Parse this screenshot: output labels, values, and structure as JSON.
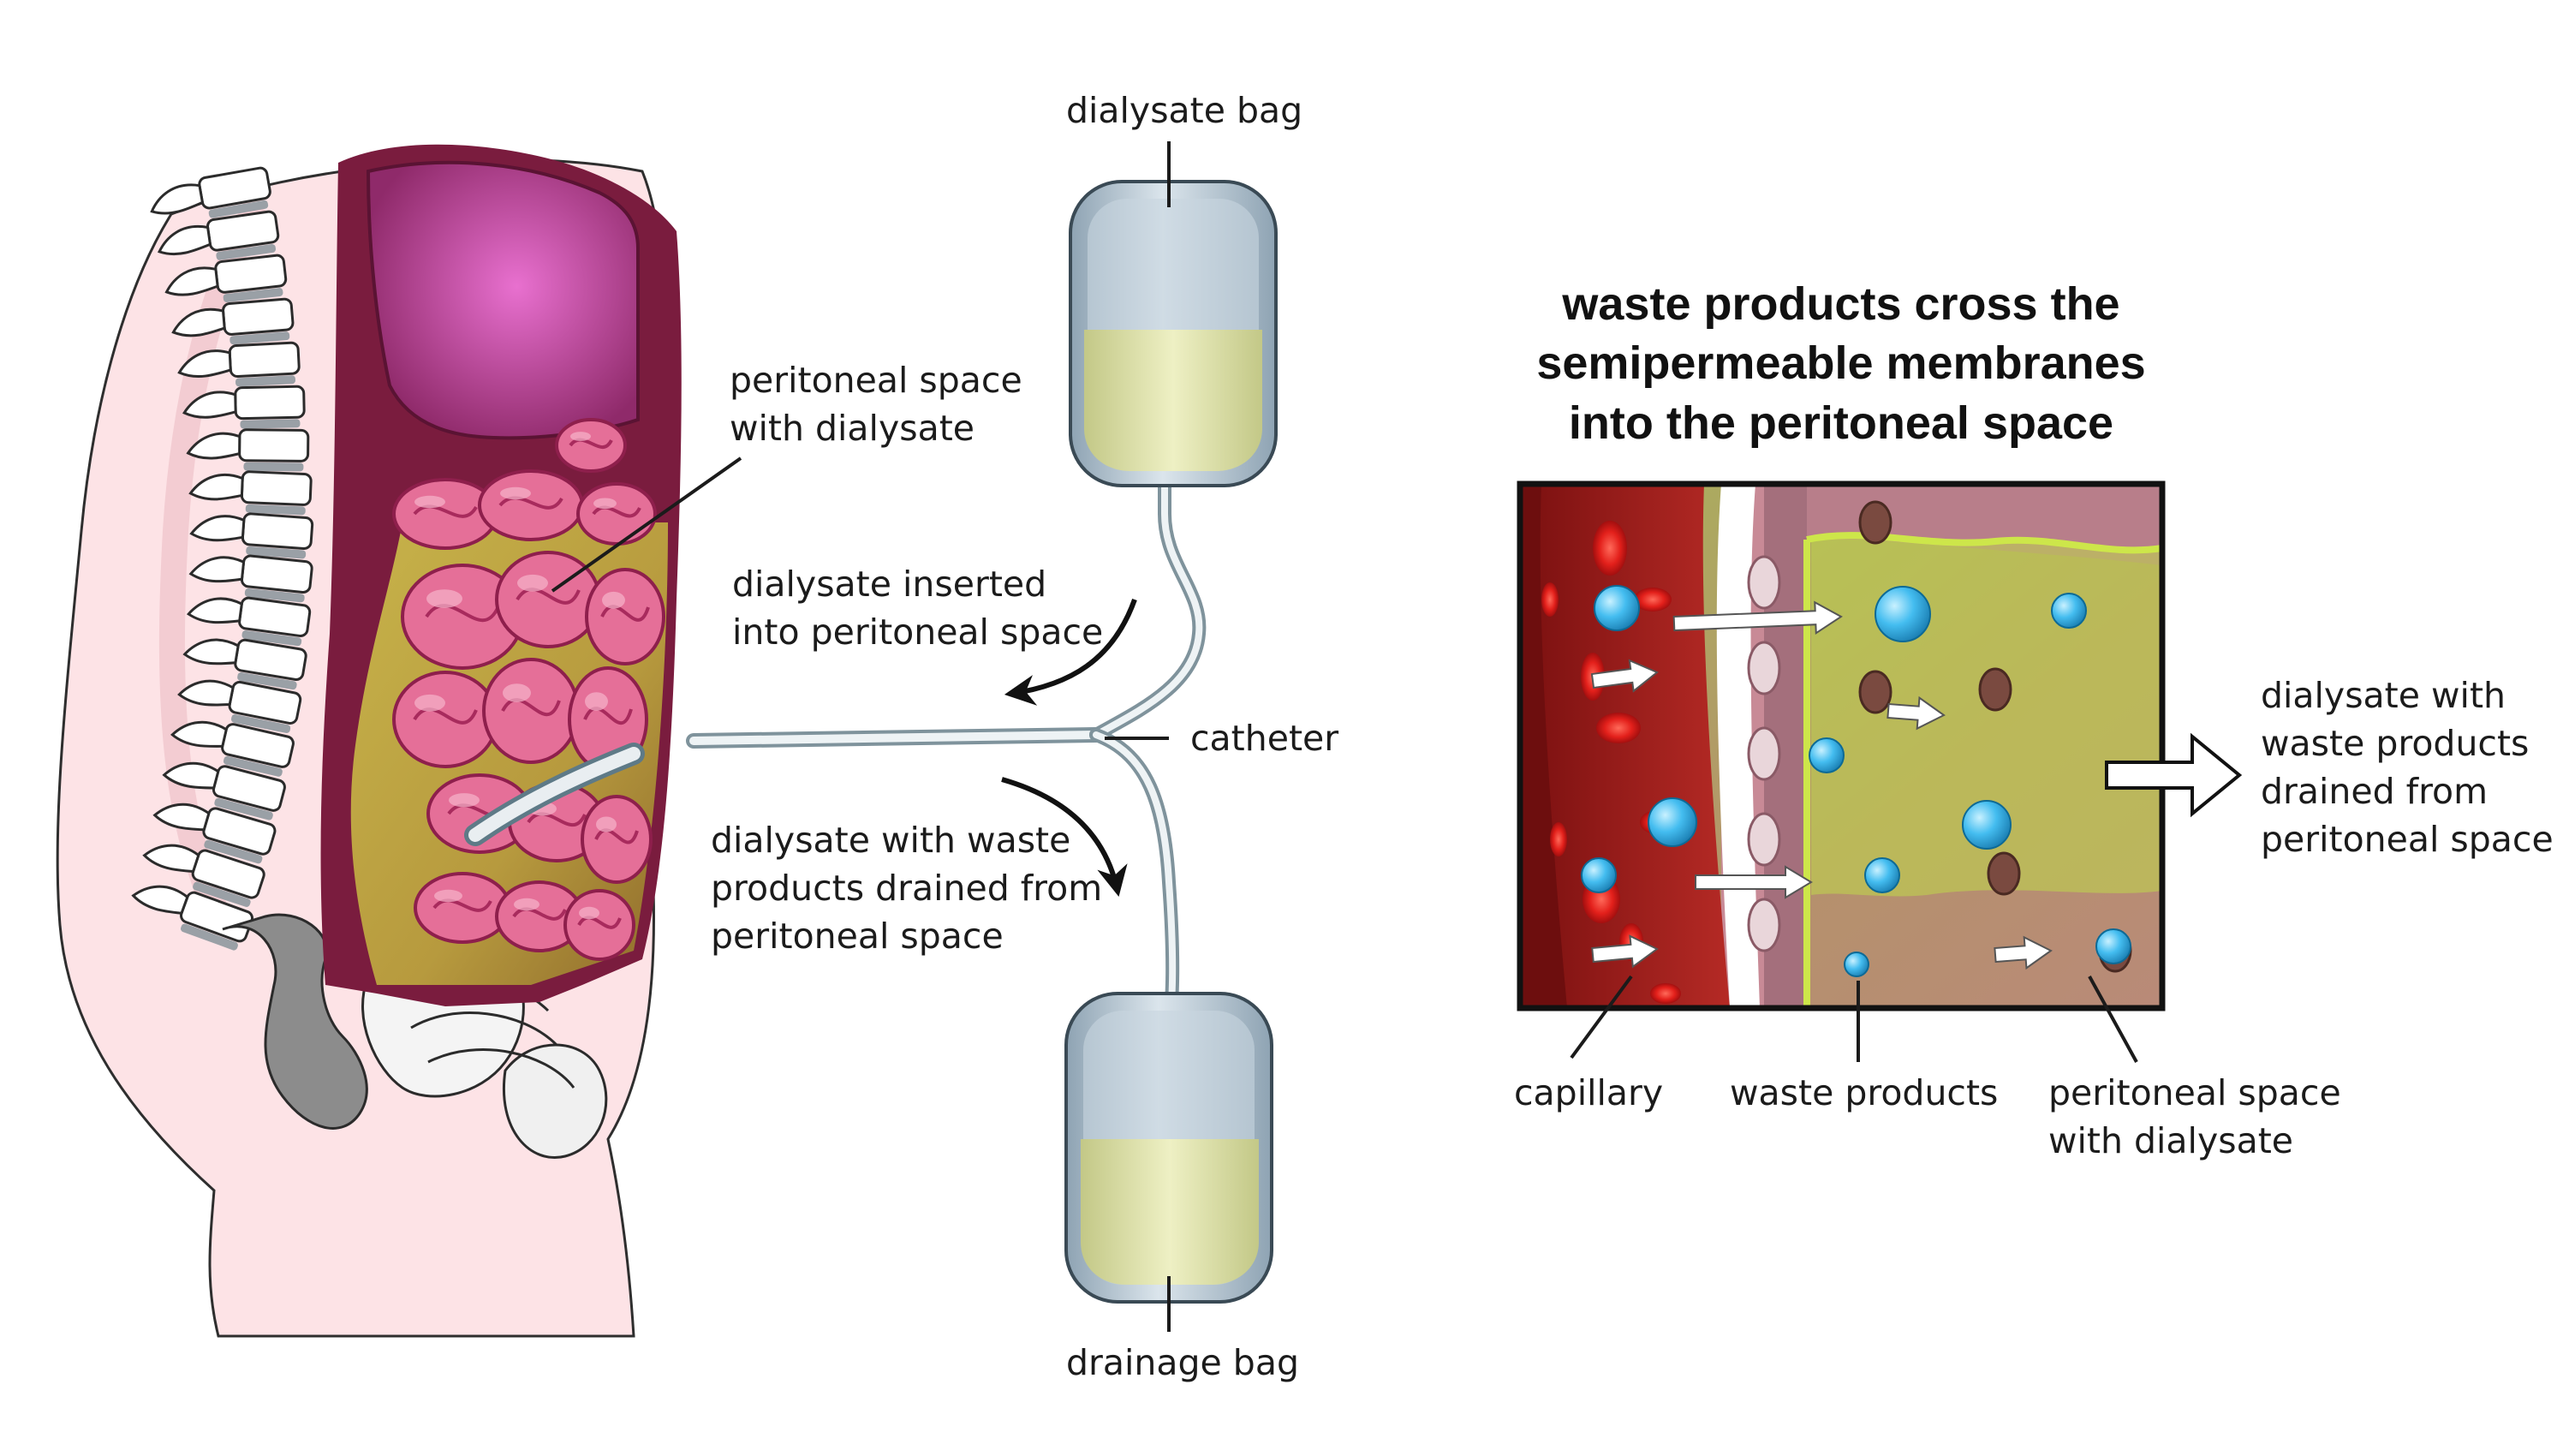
{
  "colors": {
    "skin": "#fde3e6",
    "cavity_outline": "#7a1c3e",
    "organ": "#c94e9a",
    "intestine": "#e7739b",
    "dialysate": "#c9c24a",
    "bag_fluid": "#dfe4a6",
    "bag_glass": "#b8c7d2",
    "blood": "#9e1b1b",
    "vessel_wall": "#c88a96",
    "waste_particle": "#3fb7e8",
    "peritoneal_fluid": "#bfd94a",
    "tissue": "#b98470"
  },
  "icons": {
    "waste_particle": "circle",
    "flow_arrow": "arrow"
  },
  "labels": {
    "peritoneal_space": [
      "peritoneal space",
      "with dialysate"
    ],
    "dialysate_inserted": [
      "dialysate inserted",
      "into peritoneal space"
    ],
    "catheter": "catheter",
    "dialysate_drained": [
      "dialysate with waste",
      "products drained from",
      "peritoneal space"
    ],
    "dialysate_bag": "dialysate bag",
    "drainage_bag": "drainage bag"
  },
  "detail": {
    "title": [
      "waste products cross the",
      "semipermeable membranes",
      "into the peritoneal space"
    ],
    "outflow_label": [
      "dialysate with",
      "waste products",
      "drained from",
      "peritoneal space"
    ],
    "capillary_label": "capillary",
    "waste_products_label": "waste products",
    "peritoneal_label": [
      "peritoneal space",
      "with dialysate"
    ]
  }
}
